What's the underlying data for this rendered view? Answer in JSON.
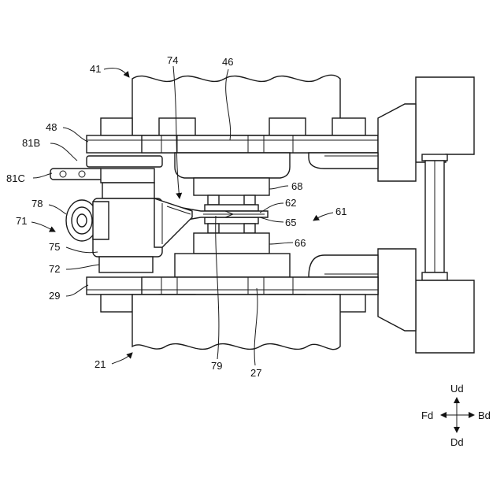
{
  "refs": {
    "r41": "41",
    "r74": "74",
    "r46": "46",
    "r48": "48",
    "r81b": "81B",
    "r81c": "81C",
    "r68": "68",
    "r78": "78",
    "r62": "62",
    "r61": "61",
    "r71": "71",
    "r65": "65",
    "r66": "66",
    "r75": "75",
    "r72": "72",
    "r29": "29",
    "r21": "21",
    "r79": "79",
    "r27": "27"
  },
  "directions": {
    "up": "Ud",
    "down": "Dd",
    "front": "Fd",
    "back": "Bd"
  }
}
